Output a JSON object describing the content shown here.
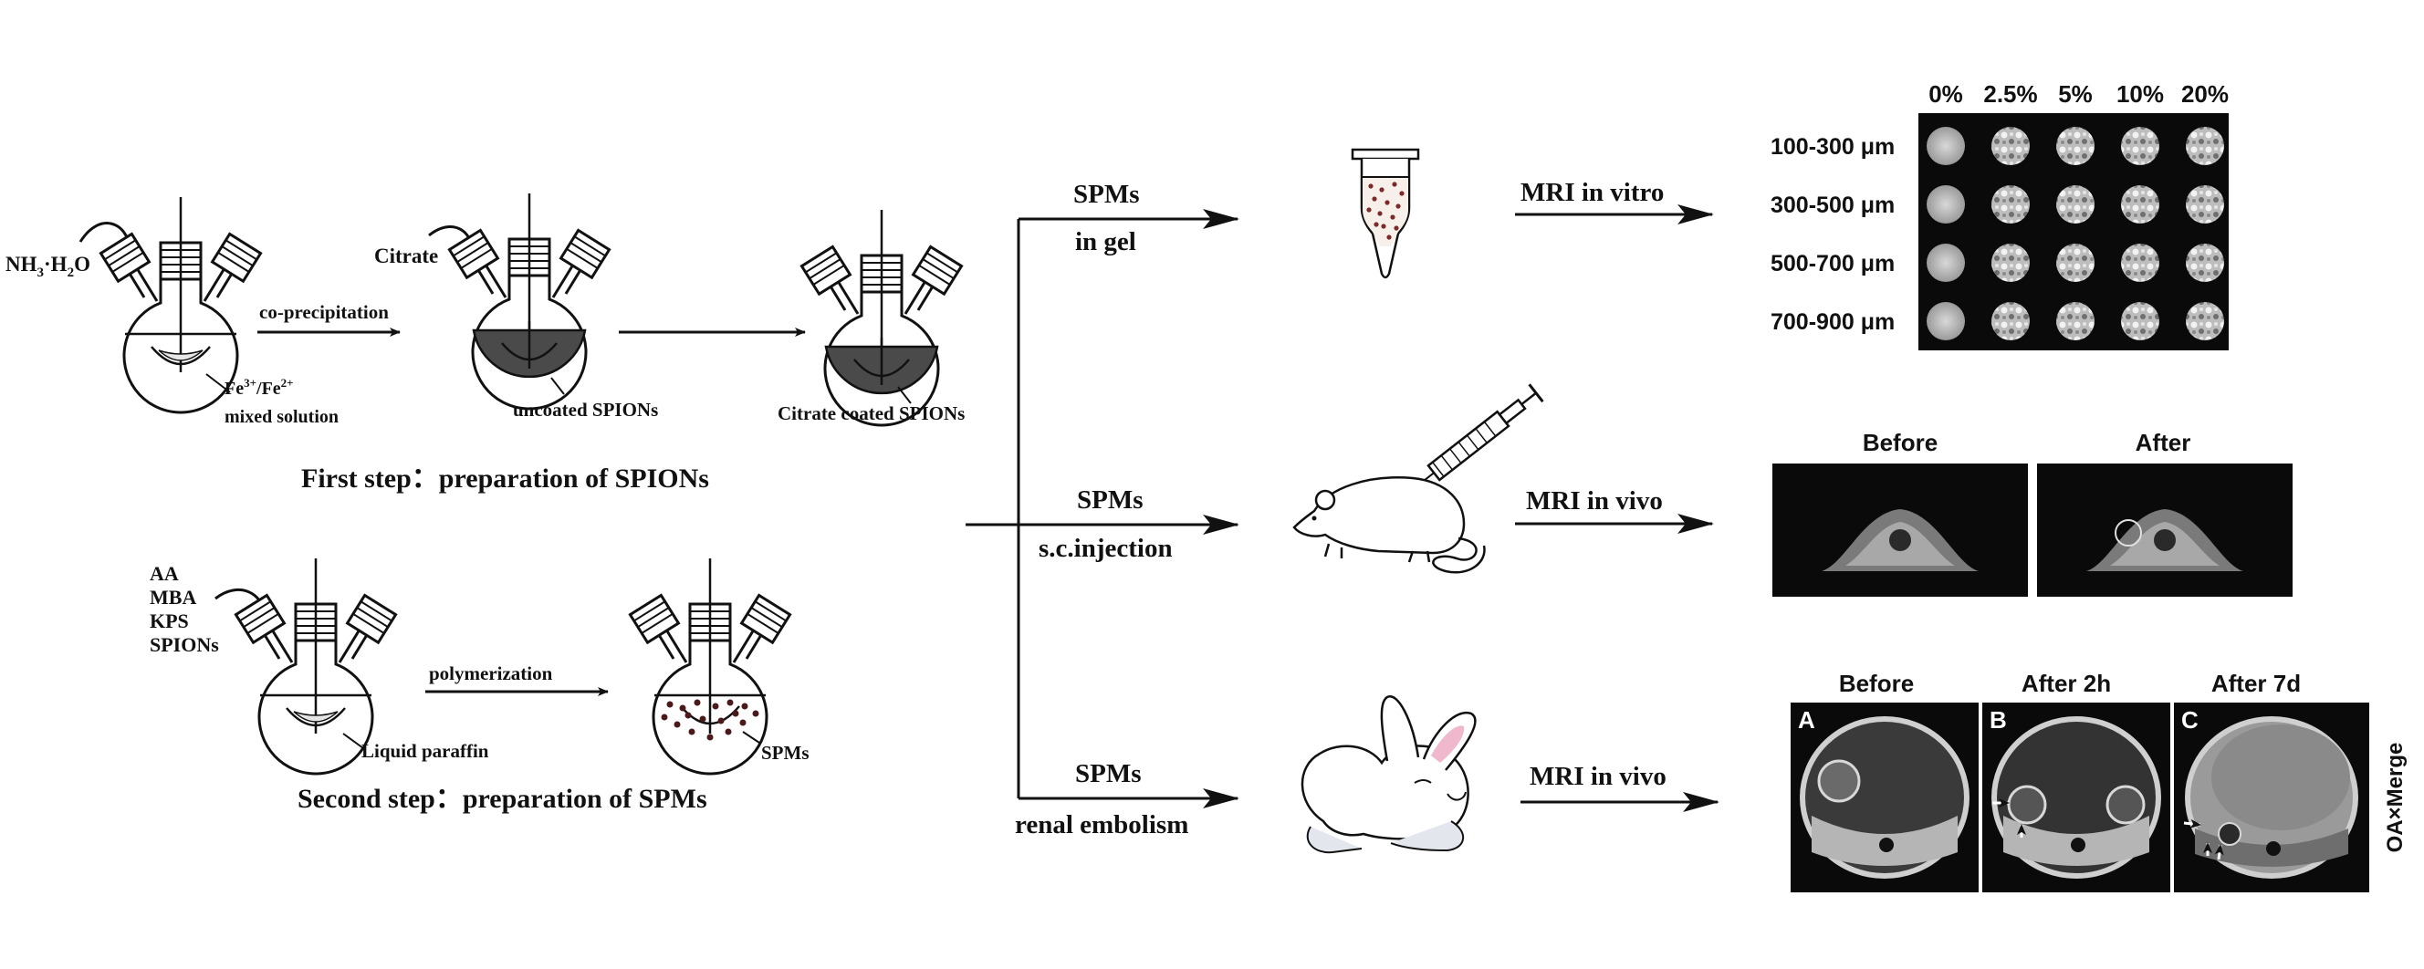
{
  "colors": {
    "ink": "#111111",
    "coated": "#4a4a4a",
    "mri_background": "#0a0a0a",
    "highlight": "#ffffff"
  },
  "first_step": {
    "reagent": "NH",
    "reagent_sub": "3",
    "reagent_mid": "·H",
    "reagent_sub2": "2",
    "reagent_end": "O",
    "arrow_label": "co-precipitation",
    "flask1_label_a": "Fe",
    "flask1_label_a_sup": "3+",
    "flask1_label_b": "/Fe",
    "flask1_label_b_sup": "2+",
    "flask1_label_line2": "mixed solution",
    "flask2_reagent": "Citrate",
    "flask2_label": "uncoated SPIONs",
    "flask3_label": "Citrate coated SPIONs",
    "title": "First step：preparation of SPIONs"
  },
  "second_step": {
    "reagents": [
      "AA",
      "MBA",
      "KPS",
      "SPIONs"
    ],
    "arrow_label": "polymerization",
    "flask1_label": "Liquid paraffin",
    "flask2_label": "SPMs",
    "title": "Second step：preparation of SPMs"
  },
  "branches": [
    {
      "line1": "SPMs",
      "line2": "in gel",
      "mri": "MRI in vitro",
      "icon": "eppendorf-tube-icon"
    },
    {
      "line1": "SPMs",
      "line2": "s.c.injection",
      "mri": "MRI in vivo",
      "icon": "mouse-with-syringe-icon"
    },
    {
      "line1": "SPMs",
      "line2": "renal embolism",
      "mri": "MRI in vivo",
      "icon": "rabbit-icon"
    }
  ],
  "invitro_panel": {
    "columns": [
      "0%",
      "2.5%",
      "5%",
      "10%",
      "20%"
    ],
    "rows": [
      "100-300 μm",
      "300-500 μm",
      "500-700 μm",
      "700-900 μm"
    ]
  },
  "mouse_panel": {
    "labels": [
      "Before",
      "After"
    ]
  },
  "rabbit_panel": {
    "labels": [
      "Before",
      "After 2h",
      "After 7d"
    ],
    "letters": [
      "A",
      "B",
      "C"
    ],
    "side_label": "OA×Merge"
  }
}
